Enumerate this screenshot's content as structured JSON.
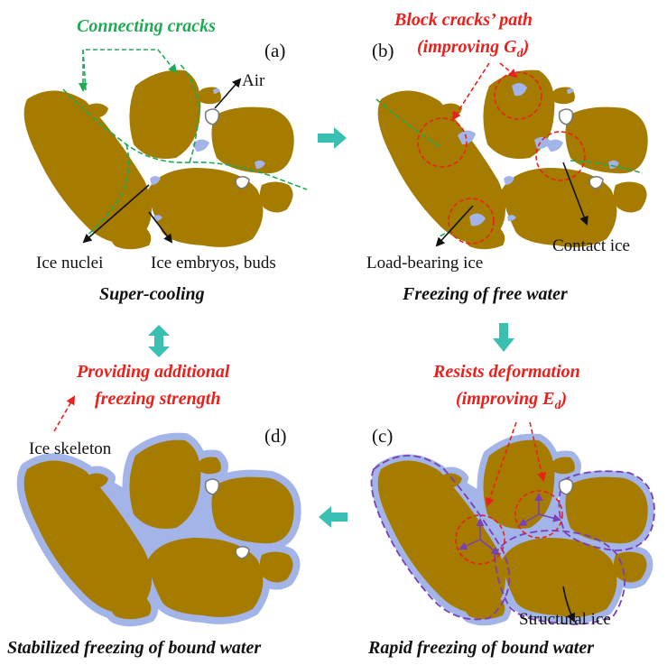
{
  "panels": {
    "a": {
      "letter": "(a)",
      "annotation": "Connecting cracks",
      "labels": {
        "air": "Air",
        "ice_nuclei": "Ice nuclei",
        "ice_embryos": "Ice embryos, buds"
      },
      "caption": "Super-cooling"
    },
    "b": {
      "letter": "(b)",
      "annotation_line1": "Block cracks’ path",
      "annotation_line2_prefix": "(improving G",
      "annotation_line2_sub": "d",
      "annotation_line2_suffix": ")",
      "labels": {
        "load_bearing": "Load-bearing ice",
        "contact_ice": "Contact ice"
      },
      "caption": "Freezing of free water"
    },
    "c": {
      "letter": "(c)",
      "annotation_line1": "Resists deformation",
      "annotation_line2_prefix": "(improving E",
      "annotation_line2_sub": "d",
      "annotation_line2_suffix": ")",
      "labels": {
        "structural_ice": "Structural ice"
      },
      "caption": "Rapid freezing of bound water"
    },
    "d": {
      "letter": "(d)",
      "annotation_line1": "Providing additional",
      "annotation_line2": "freezing strength",
      "labels": {
        "ice_skeleton": "Ice skeleton"
      },
      "caption": "Stabilized freezing of bound water"
    }
  },
  "colors": {
    "particle": "#a57b00",
    "ice": "#a3b5e8",
    "arrow_teal": "#3ac0b3",
    "red": "#e8211d",
    "green": "#1faa55",
    "purple": "#7a3fb8"
  }
}
